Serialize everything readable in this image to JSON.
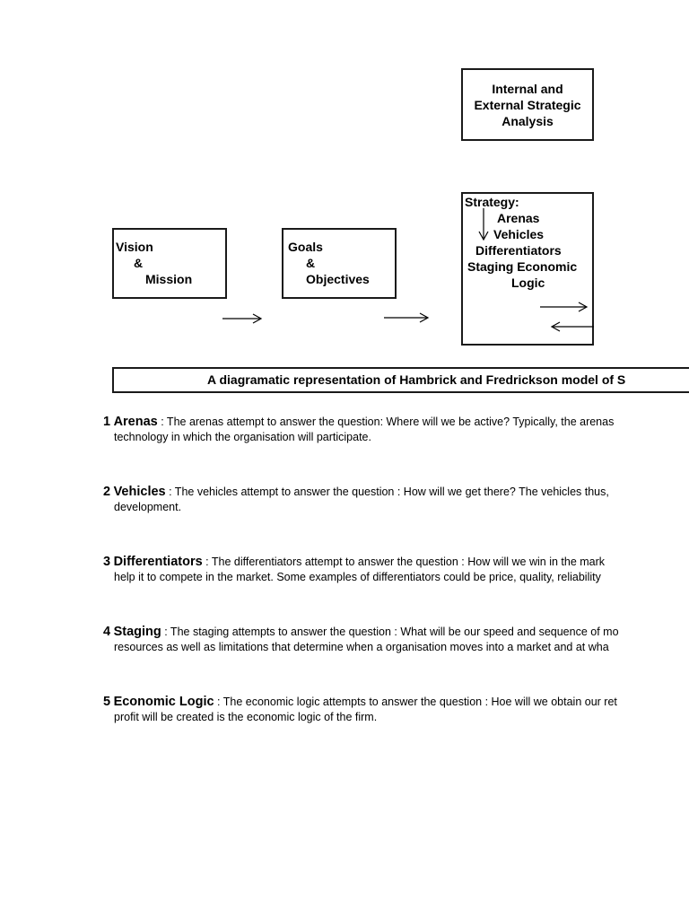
{
  "diagram": {
    "analysis_box": [
      "Internal and",
      "External Strategic",
      "Analysis"
    ],
    "vision_box": [
      "Vision",
      "&",
      "Mission"
    ],
    "goals_box": [
      "Goals",
      "&",
      "Objectives"
    ],
    "strategy_box": {
      "heading": "Strategy:",
      "lines": [
        "Arenas",
        "Vehicles",
        "Differentiators",
        "Staging   Economic",
        "Logic"
      ]
    },
    "caption": "A diagramatic representation of Hambrick and Fredrickson model of S"
  },
  "items": [
    {
      "num": "1",
      "term": "Arenas",
      "line1": " : The arenas attempt to answer the question: Where will we be active? Typically, the arenas",
      "line2": "technology in which the organisation will participate."
    },
    {
      "num": "2",
      "term": "Vehicles",
      "line1": " : The vehicles attempt to answer the question : How will we get there? The vehicles thus,",
      "line2": "development."
    },
    {
      "num": "3",
      "term": "Differentiators",
      "line1": " : The differentiators attempt to answer the question : How will we win in the mark",
      "line2": "help it to compete in the market. Some examples of differentiators could be price, quality, reliability"
    },
    {
      "num": "4",
      "term": "Staging",
      "line1": " : The staging attempts to answer the question : What will be our speed and sequence of mo",
      "line2": "resources as well as limitations that determine when a organisation moves into a market and at wha"
    },
    {
      "num": "5",
      "term": "Economic Logic",
      "line1": " : The economic logic attempts to answer the question : Hoe will we obtain our ret",
      "line2": "profit will be created is the economic logic of the firm."
    }
  ]
}
